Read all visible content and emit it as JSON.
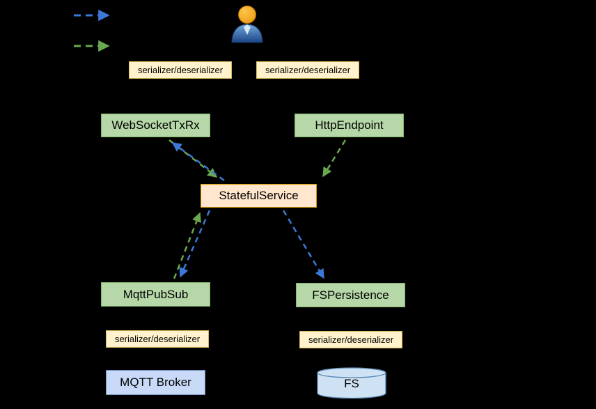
{
  "diagram": {
    "nodes": {
      "serializer_ws": {
        "label": "serializer/deserializer"
      },
      "serializer_http": {
        "label": "serializer/deserializer"
      },
      "websocket": {
        "label": "WebSocketTxRx"
      },
      "http_endpoint": {
        "label": "HttpEndpoint"
      },
      "stateful_service": {
        "label": "StatefulService"
      },
      "mqtt_pubsub": {
        "label": "MqttPubSub"
      },
      "fs_persistence": {
        "label": "FSPersistence"
      },
      "serializer_mqtt": {
        "label": "serializer/deserializer"
      },
      "serializer_fs": {
        "label": "serializer/deserializer"
      },
      "mqtt_broker": {
        "label": "MQTT Broker"
      },
      "fs": {
        "label": "FS"
      }
    },
    "icons": {
      "user": "user-icon",
      "database": "database-cylinder-icon"
    },
    "colors": {
      "background": "#000000",
      "green_node_fill": "#b6d7a8",
      "green_node_border": "#82b366",
      "yellow_node_fill": "#fff2cc",
      "yellow_node_border": "#d6b656",
      "orange_node_fill": "#ffe6cc",
      "orange_node_border": "#d79b00",
      "blue_node_fill": "#c9daf8",
      "blue_node_border": "#6c8ebf",
      "cylinder_fill": "#cfe2f3",
      "cylinder_border": "#5b87b5",
      "blue_arrow": "#3c78d8",
      "green_arrow": "#6aa84f",
      "text": "#000000"
    }
  }
}
